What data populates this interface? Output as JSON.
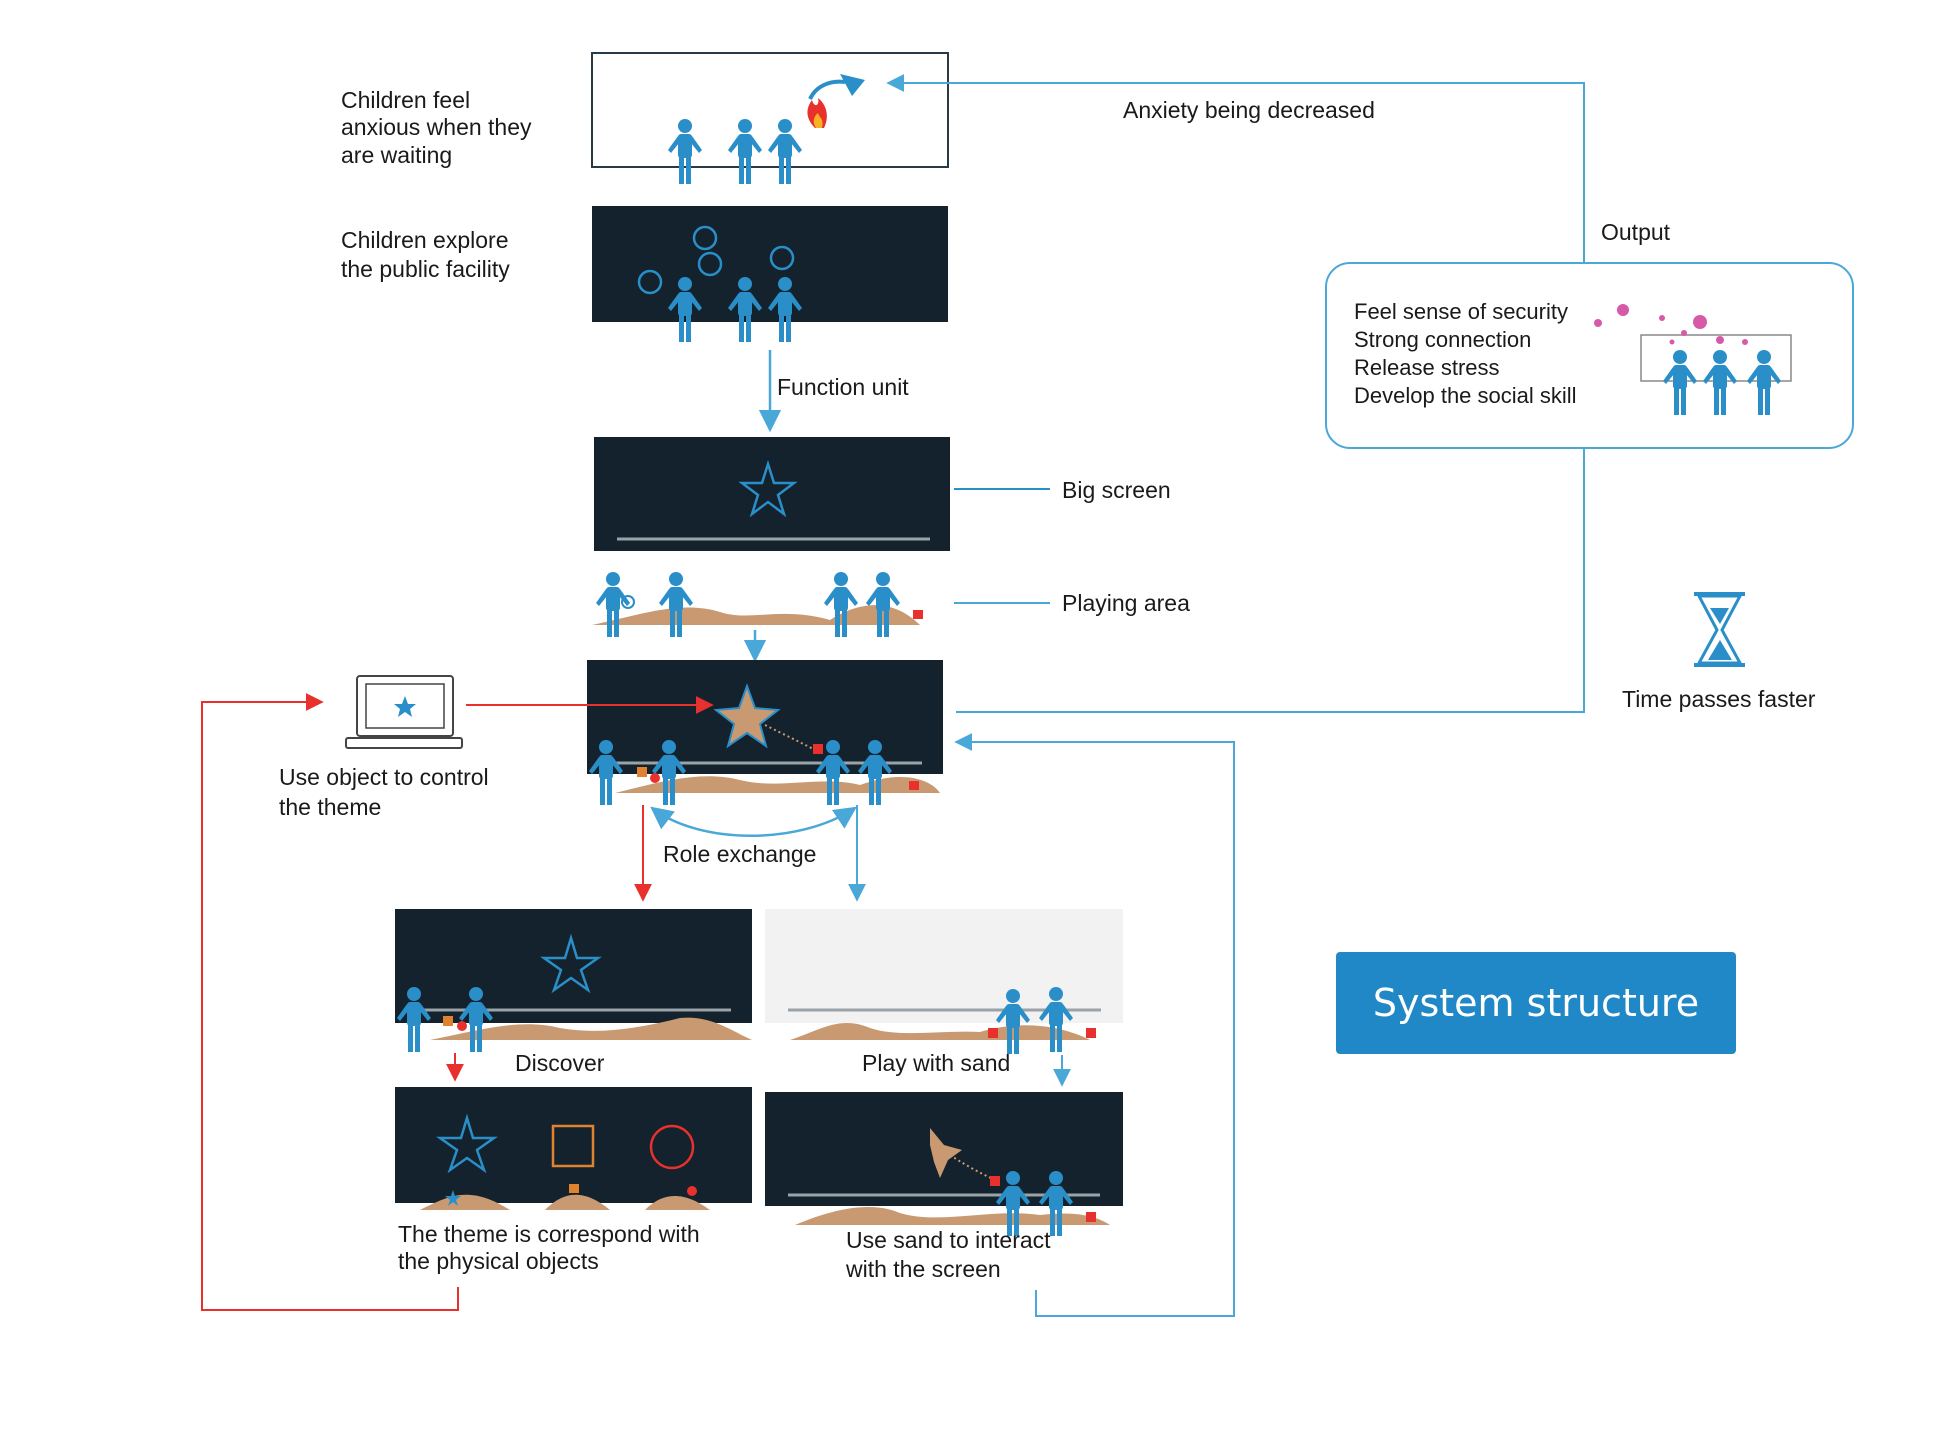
{
  "labels": {
    "waiting": [
      "Children feel",
      "anxious when they",
      "are waiting"
    ],
    "explore": [
      "Children explore",
      "the public facility"
    ],
    "function_unit": "Function unit",
    "big_screen": "Big screen",
    "playing_area": "Playing area",
    "anxiety": "Anxiety being decreased",
    "output": "Output",
    "use_object": [
      "Use object to control",
      "the theme"
    ],
    "role_exchange": "Role exchange",
    "discover": "Discover",
    "play_with_sand": "Play with sand",
    "theme_correspond": [
      "The theme is correspond with",
      "the physical objects"
    ],
    "use_sand": [
      "Use sand to interact",
      "with the screen"
    ],
    "time_passes": "Time passes faster",
    "title": "System structure"
  },
  "outputs": [
    "Feel sense of security",
    "Strong connection",
    "Release stress",
    "Develop the social skill"
  ],
  "colors": {
    "screen": "#13222c",
    "figure": "#2a8fc9",
    "sand": "#c99a72",
    "blue_line": "#4aa8d8",
    "red_line": "#e8312c",
    "title_bg": "#2088c6",
    "pink": "#d75aa8",
    "orange": "#e0822e"
  }
}
